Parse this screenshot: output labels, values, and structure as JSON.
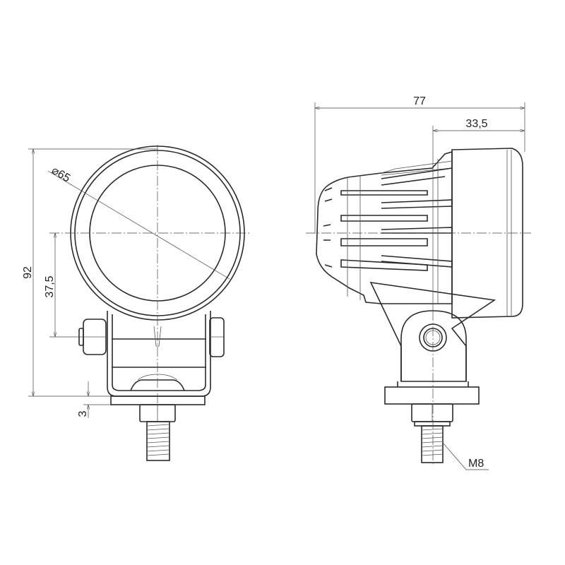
{
  "front_view": {
    "height_dim": "92",
    "axis_height_dim": "37,5",
    "plate_thickness_dim": "3",
    "diameter_dim": "⌀65"
  },
  "side_view": {
    "length_dim": "77",
    "front_depth_dim": "33,5",
    "thread_label": "M8"
  }
}
